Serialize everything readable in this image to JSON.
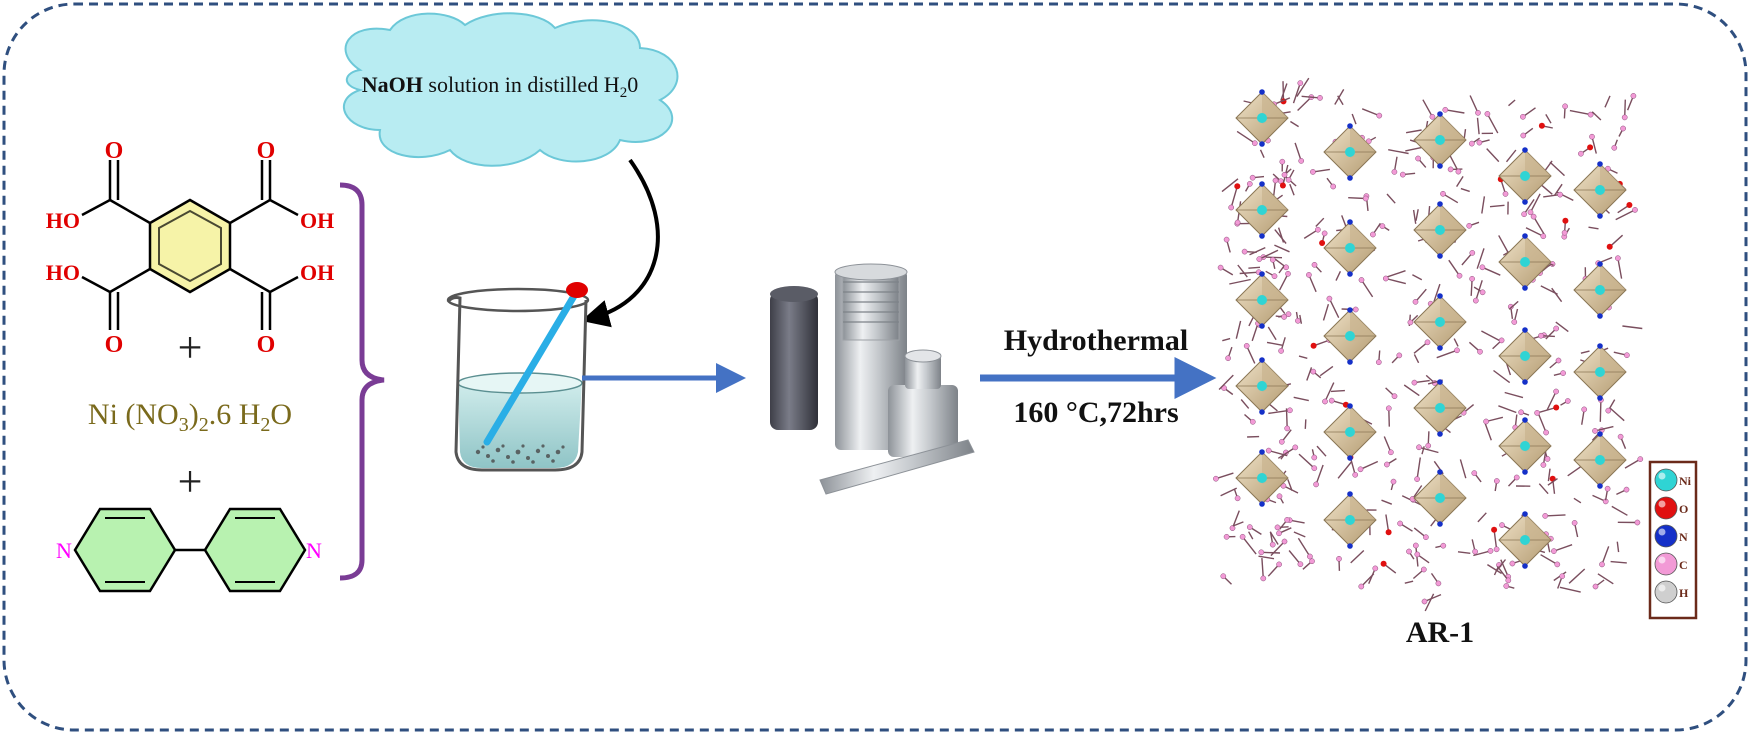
{
  "cloud": {
    "reagent_bold": "NaOH",
    "text_rest": " solution in distilled H",
    "sub": "2",
    "tail": "0"
  },
  "reactants": {
    "acid": {
      "oxygen": "O",
      "hydroxyl": "OH",
      "hydroxyl_left": "HO"
    },
    "plus1": "+",
    "salt": {
      "part1": "Ni (NO",
      "sub1": "3",
      "part2": ")",
      "sub2": "2",
      "part3": ".6 H",
      "sub3": "2",
      "part4": "O"
    },
    "plus2": "+",
    "bipyridine": {
      "nitrogen": "N"
    }
  },
  "conditions": {
    "method": "Hydrothermal",
    "params": "160 °C,72hrs"
  },
  "product": {
    "label": "AR-1"
  },
  "legend": {
    "items": [
      {
        "symbol": "Ni",
        "color": "#2fd4d4"
      },
      {
        "symbol": "O",
        "color": "#e01010"
      },
      {
        "symbol": "N",
        "color": "#1530c8"
      },
      {
        "symbol": "C",
        "color": "#f29ad6"
      },
      {
        "symbol": "H",
        "color": "#cfcfcf"
      }
    ]
  },
  "colors": {
    "frame": "#2f4f7f",
    "arrow": "#4472c4",
    "bracket": "#7a3c95",
    "acid_atoms": "#e00000",
    "salt_text": "#7a6a1c",
    "bipy_n": "#ff00ff",
    "cloud": "#b8ecf2",
    "cloud_stroke": "#6cc8d8"
  }
}
